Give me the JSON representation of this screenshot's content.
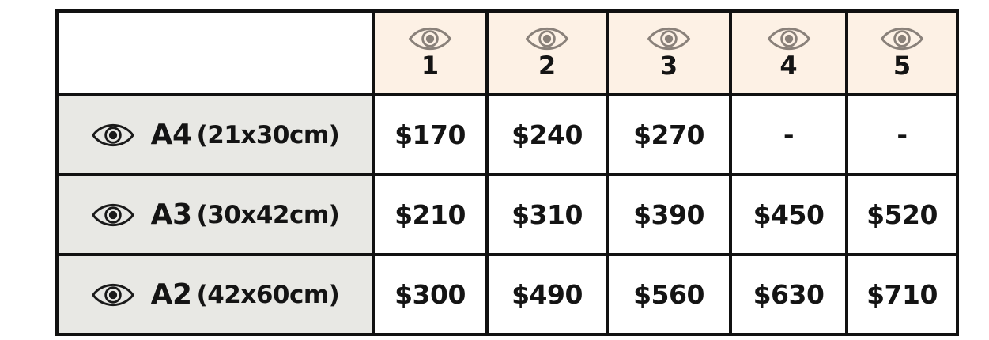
{
  "columns": [
    {
      "number": "1",
      "icon": "eye-icon"
    },
    {
      "number": "2",
      "icon": "eye-icon"
    },
    {
      "number": "3",
      "icon": "eye-icon"
    },
    {
      "number": "4",
      "icon": "eye-icon"
    },
    {
      "number": "5",
      "icon": "eye-icon"
    }
  ],
  "rows": [
    {
      "format": "A4",
      "dimensions": "(21x30cm)",
      "icon": "eye-icon",
      "prices": [
        "$170",
        "$240",
        "$270",
        "-",
        "-"
      ]
    },
    {
      "format": "A3",
      "dimensions": "(30x42cm)",
      "icon": "eye-icon",
      "prices": [
        "$210",
        "$310",
        "$390",
        "$450",
        "$520"
      ]
    },
    {
      "format": "A2",
      "dimensions": "(42x60cm)",
      "icon": "eye-icon",
      "prices": [
        "$300",
        "$490",
        "$560",
        "$630",
        "$710"
      ]
    }
  ],
  "colors": {
    "header_bg": "#fdf1e5",
    "label_bg": "#e8e8e4",
    "header_icon": "#8a817a",
    "row_icon": "#1a1a1a",
    "border": "#111111"
  }
}
